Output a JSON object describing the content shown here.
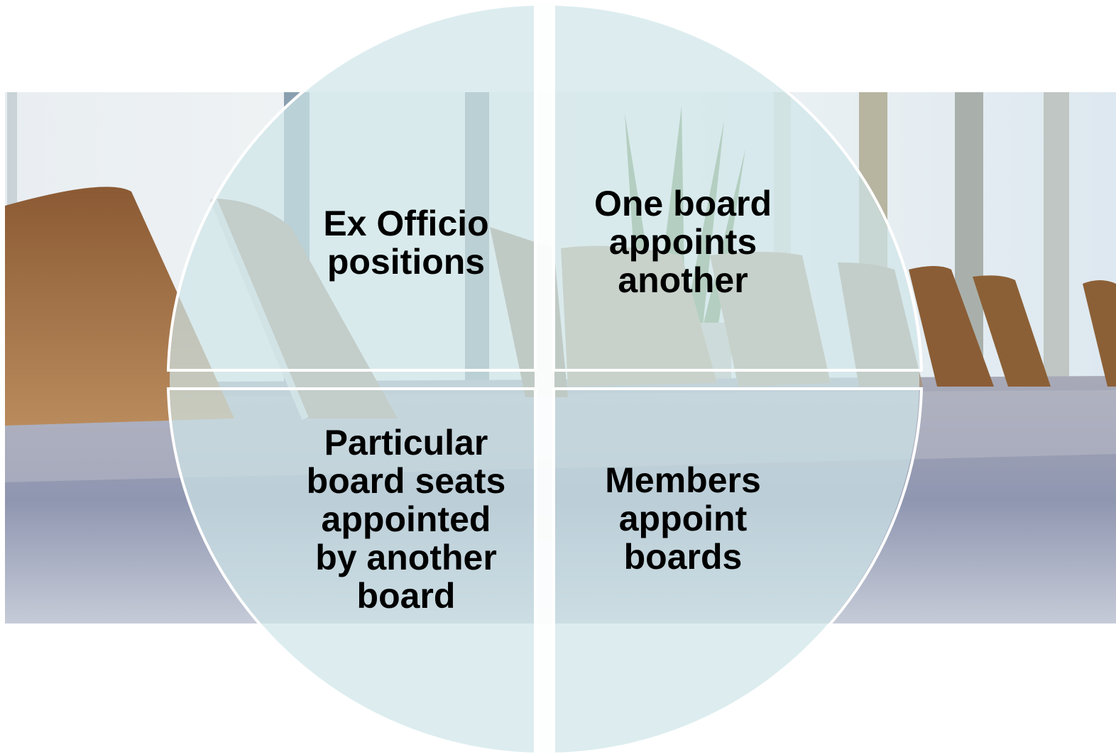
{
  "diagram": {
    "quadrants": [
      {
        "id": "top-left",
        "label": "Ex Officio\npositions"
      },
      {
        "id": "top-right",
        "label": "One board\nappoints\nanother"
      },
      {
        "id": "bottom-left",
        "label": "Particular\nboard seats\nappointed\nby another\nboard"
      },
      {
        "id": "bottom-right",
        "label": "Members\nappoint\nboards"
      }
    ],
    "colors": {
      "circle_fill": "#cfe6e8",
      "divider": "#ffffff",
      "label_text": "#000000"
    }
  },
  "background_photo": {
    "subject": "conference-room-chairs-and-table"
  }
}
